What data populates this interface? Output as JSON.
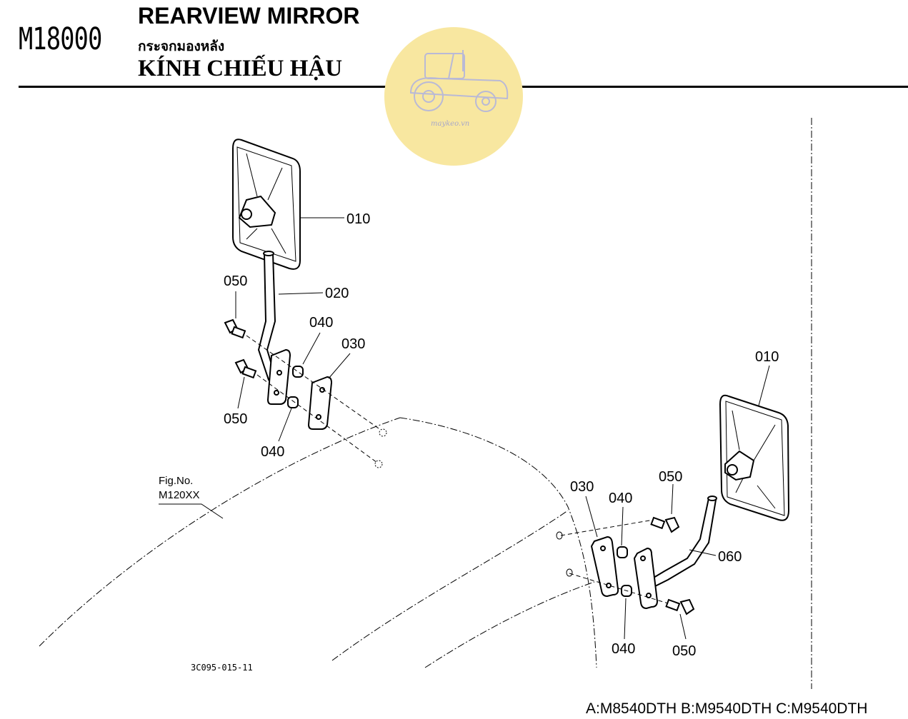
{
  "header": {
    "code": "M18000",
    "title_en": "REARVIEW MIRROR",
    "title_th": "กระจกมองหลัง",
    "title_vi": "KÍNH CHIẾU HẬU"
  },
  "watermark": {
    "text": "maykeo.vn",
    "color": "#f7e59a",
    "icon": "tractor-icon"
  },
  "figure_ref": {
    "line1": "Fig.No.",
    "line2": "M120XX"
  },
  "drawing_code": "3C095-015-11",
  "models": "A:M8540DTH B:M9540DTH C:M9540DTH",
  "part_labels": {
    "left": {
      "mirror": "010",
      "stay": "020",
      "bolt_top": "050",
      "bolt_bottom": "050",
      "collar_top": "040",
      "collar_bottom": "040",
      "plate": "030"
    },
    "right": {
      "mirror": "010",
      "stay": "060",
      "bolt_top": "050",
      "bolt_bottom": "050",
      "collar_top": "040",
      "collar_bottom": "040",
      "plate": "030"
    }
  }
}
